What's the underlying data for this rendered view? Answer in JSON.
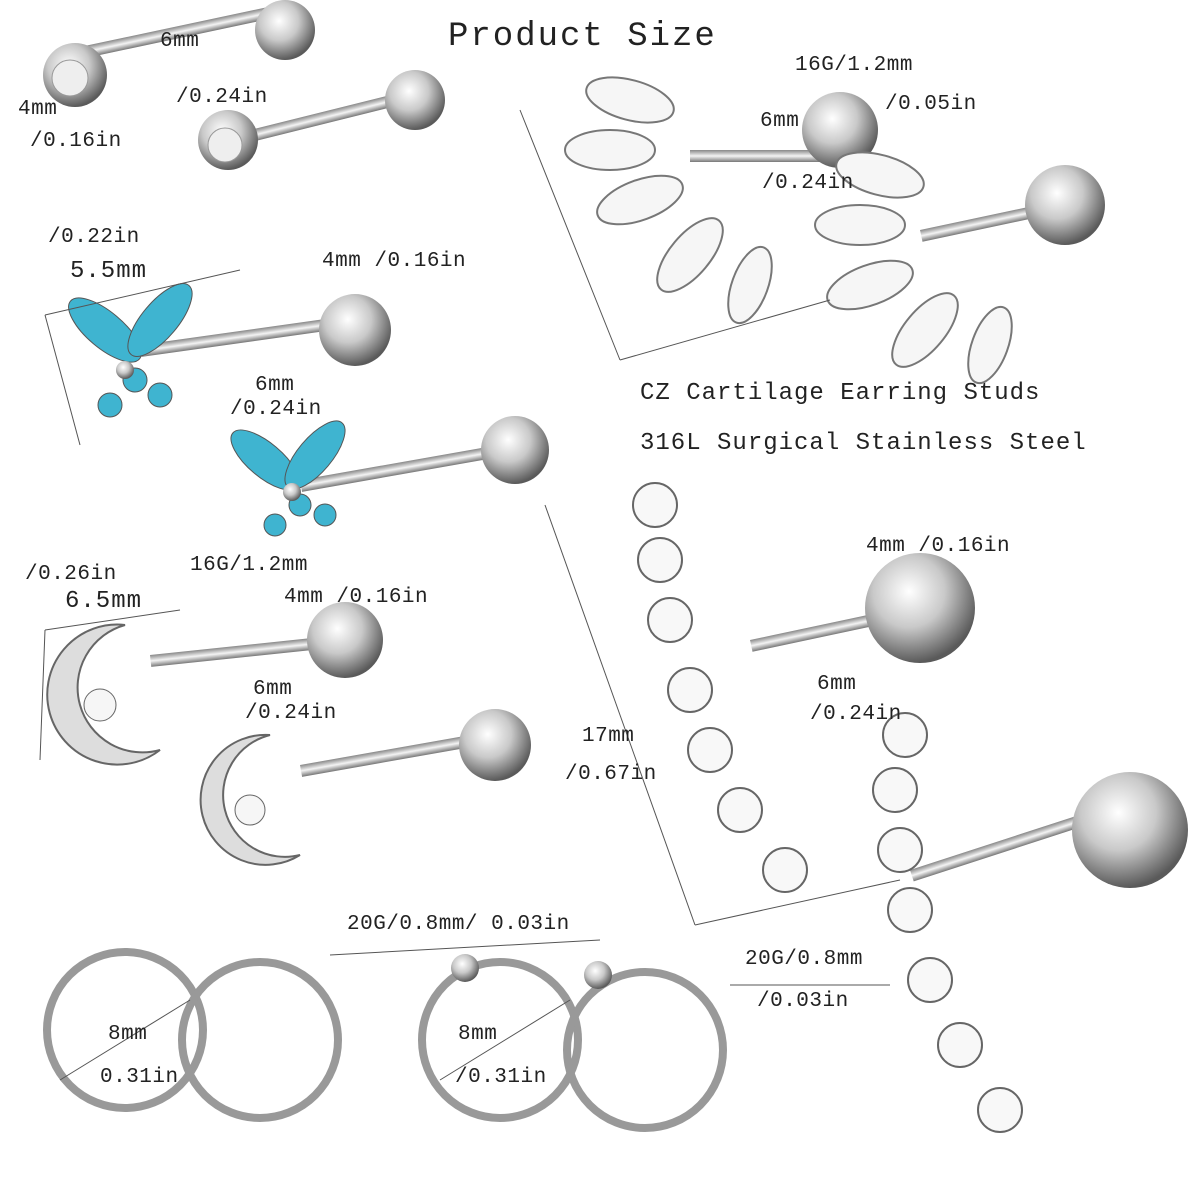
{
  "title": "Product Size",
  "product": {
    "name": "CZ Cartilage Earring Studs",
    "material": "316L Surgical Stainless Steel"
  },
  "round_stud": {
    "bar_mm": "6mm",
    "bar_in": "/0.24in",
    "ball_mm": "4mm",
    "ball_in": "/0.16in"
  },
  "leaf_stud": {
    "gauge": "16G/1.2mm",
    "gauge_in": "/0.05in",
    "bar_mm": "6mm",
    "bar_in": "/0.24in"
  },
  "butterfly_stud": {
    "width_in": "/0.22in",
    "width_mm": "5.5mm",
    "ball": "4mm /0.16in",
    "bar_mm": "6mm",
    "bar_in": "/0.24in"
  },
  "moon_stud": {
    "width_in": "/0.26in",
    "gauge": "16G/1.2mm",
    "width_mm": "6.5mm",
    "ball": "4mm /0.16in",
    "bar_mm": "6mm",
    "bar_in": "/0.24in"
  },
  "climber_stud": {
    "ball": "4mm /0.16in",
    "bar_mm": "6mm",
    "bar_in": "/0.24in",
    "length_mm": "17mm",
    "length_in": "/0.67in"
  },
  "hoops": {
    "gauge": "20G/0.8mm/ 0.03in",
    "dia_mm": "8mm",
    "dia_in": "0.31in"
  },
  "ball_hoops": {
    "gauge": "20G/0.8mm",
    "gauge_in": "/0.03in",
    "dia_mm": "8mm",
    "dia_in": "/0.31in"
  },
  "colors": {
    "steel": "#c8c8c8",
    "aqua": "#3fb4d0",
    "text": "#222222"
  }
}
